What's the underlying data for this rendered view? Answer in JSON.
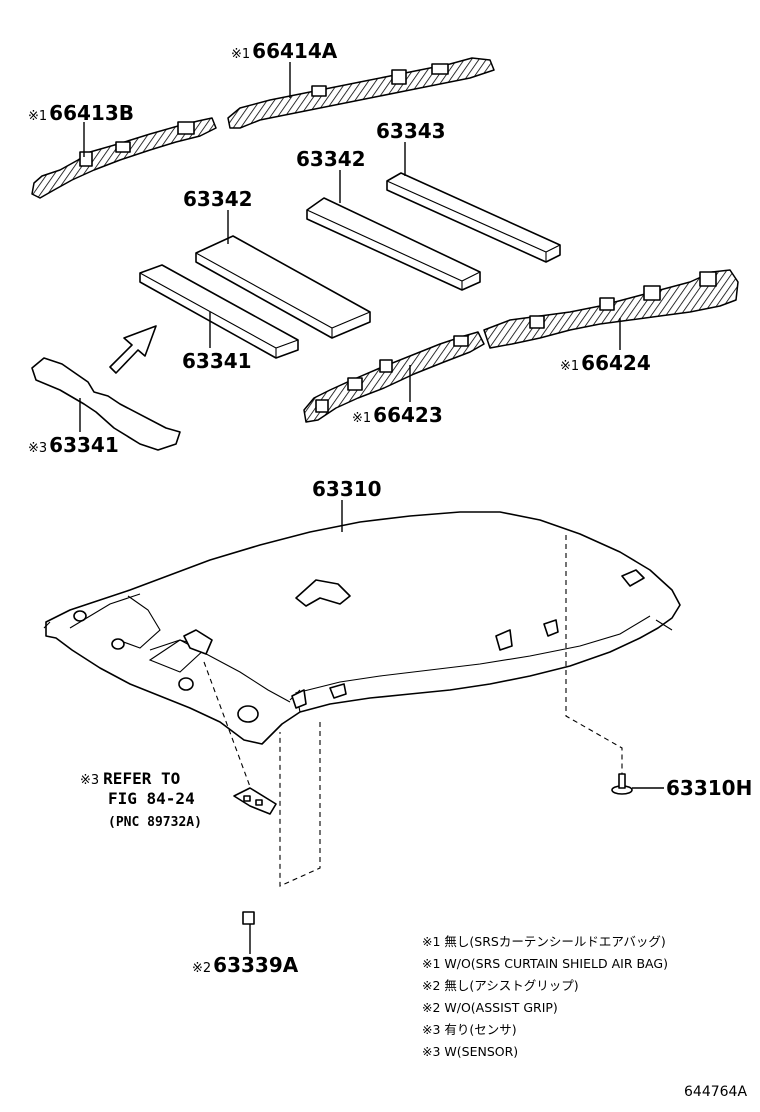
{
  "diagram": {
    "labels": {
      "p66414A": {
        "mark": "※1",
        "code": "66414A"
      },
      "p66413B": {
        "mark": "※1",
        "code": "66413B"
      },
      "p63343": {
        "mark": "",
        "code": "63343"
      },
      "p63342a": {
        "mark": "",
        "code": "63342"
      },
      "p63342b": {
        "mark": "",
        "code": "63342"
      },
      "p63341": {
        "mark": "",
        "code": "63341"
      },
      "p63341s": {
        "mark": "※3",
        "code": "63341"
      },
      "p66424": {
        "mark": "※1",
        "code": "66424"
      },
      "p66423": {
        "mark": "※1",
        "code": "66423"
      },
      "p63310": {
        "mark": "",
        "code": "63310"
      },
      "p63310H": {
        "mark": "",
        "code": "63310H"
      },
      "p63339A": {
        "mark": "※2",
        "code": "63339A"
      }
    },
    "refer": {
      "mark": "※3",
      "line1": "REFER TO",
      "line2": "FIG 84-24",
      "line3": "(PNC 89732A)"
    },
    "notes": [
      "※1 無し(SRSカーテンシールドエアバッグ)",
      "※1 W/O(SRS CURTAIN SHIELD AIR BAG)",
      "※2 無し(アシストグリップ)",
      "※2 W/O(ASSIST GRIP)",
      "※3 有り(センサ)",
      "※3 W(SENSOR)"
    ],
    "figure_code": "644764A"
  }
}
